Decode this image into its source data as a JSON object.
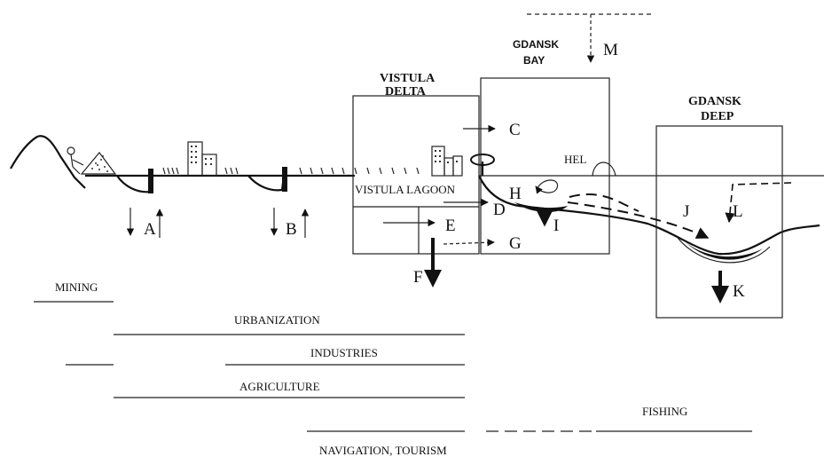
{
  "regions": {
    "vistula_delta": [
      "VISTULA",
      "DELTA"
    ],
    "gdansk_bay": [
      "GDANSK",
      "BAY"
    ],
    "gdansk_deep": [
      "GDANSK",
      "DEEP"
    ],
    "vistula_lagoon": "VISTULA LAGOON",
    "hel": "HEL"
  },
  "process_labels": {
    "a": "A",
    "b": "B",
    "c": "C",
    "d": "D",
    "e": "E",
    "f": "F",
    "g": "G",
    "h": "H",
    "i": "I",
    "j": "J",
    "k": "K",
    "l": "L",
    "m": "M"
  },
  "activities": {
    "mining": "MINING",
    "urbanization": "URBANIZATION",
    "industries": "INDUSTRIES",
    "agriculture": "AGRICULTURE",
    "fishing": "FISHING",
    "navigation_tourism": "NAVIGATION, TOURISM"
  }
}
